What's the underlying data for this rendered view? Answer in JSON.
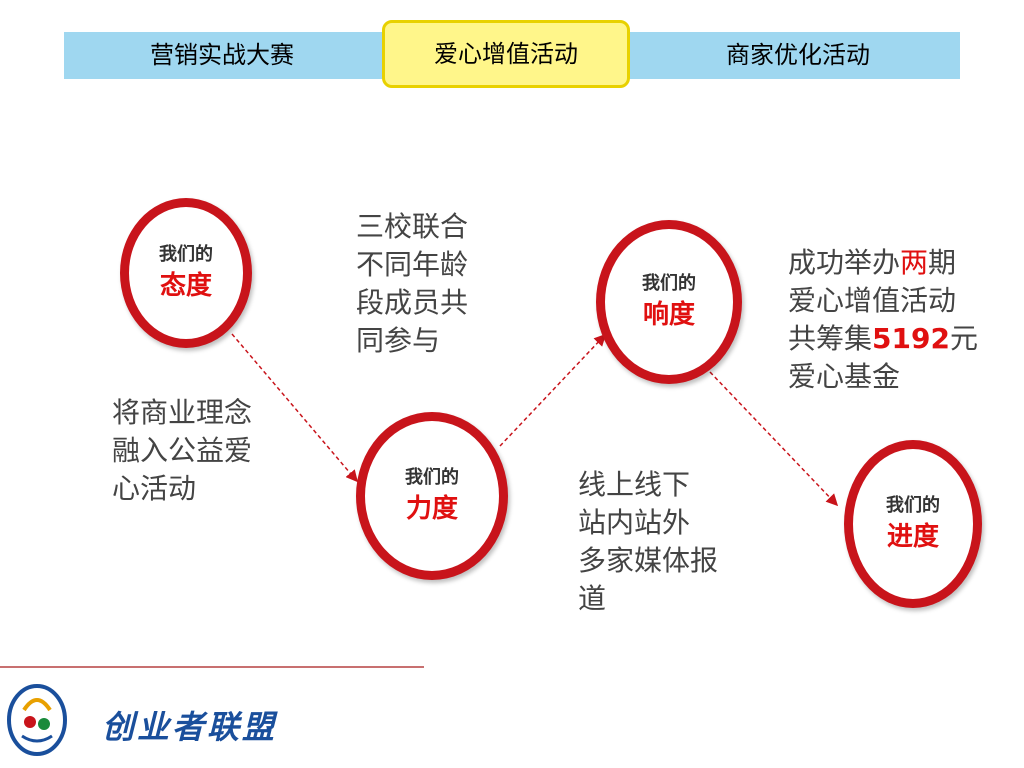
{
  "tabs": {
    "left": "营销实战大赛",
    "active": "爱心增值活动",
    "right": "商家优化活动"
  },
  "circles": [
    {
      "sub": "我们的",
      "main": "态度"
    },
    {
      "sub": "我们的",
      "main": "力度"
    },
    {
      "sub": "我们的",
      "main": "响度"
    },
    {
      "sub": "我们的",
      "main": "进度"
    }
  ],
  "texts": {
    "attitude": [
      "将商业理念",
      "融入公益爱",
      "心活动"
    ],
    "schools": [
      "三校联合",
      "不同年龄",
      "段成员共",
      "同参与"
    ],
    "media": [
      "线上线下",
      "站内站外",
      "多家媒体报",
      "道"
    ],
    "result": {
      "l1_a": "成功举办",
      "l1_b": "两",
      "l1_c": "期",
      "l2": "爱心增值活动",
      "l3_a": "共筹集",
      "l3_b": "5192",
      "l3_c": "元",
      "l4": "爱心基金"
    }
  },
  "brand": "创业者联盟",
  "colors": {
    "ring": "#c8141b",
    "highlight": "#e01010",
    "tabbar": "#9fd7f0",
    "active_tab": "#fff68a",
    "brand": "#1a4f9c"
  },
  "icons": [
    "logo-icon"
  ]
}
